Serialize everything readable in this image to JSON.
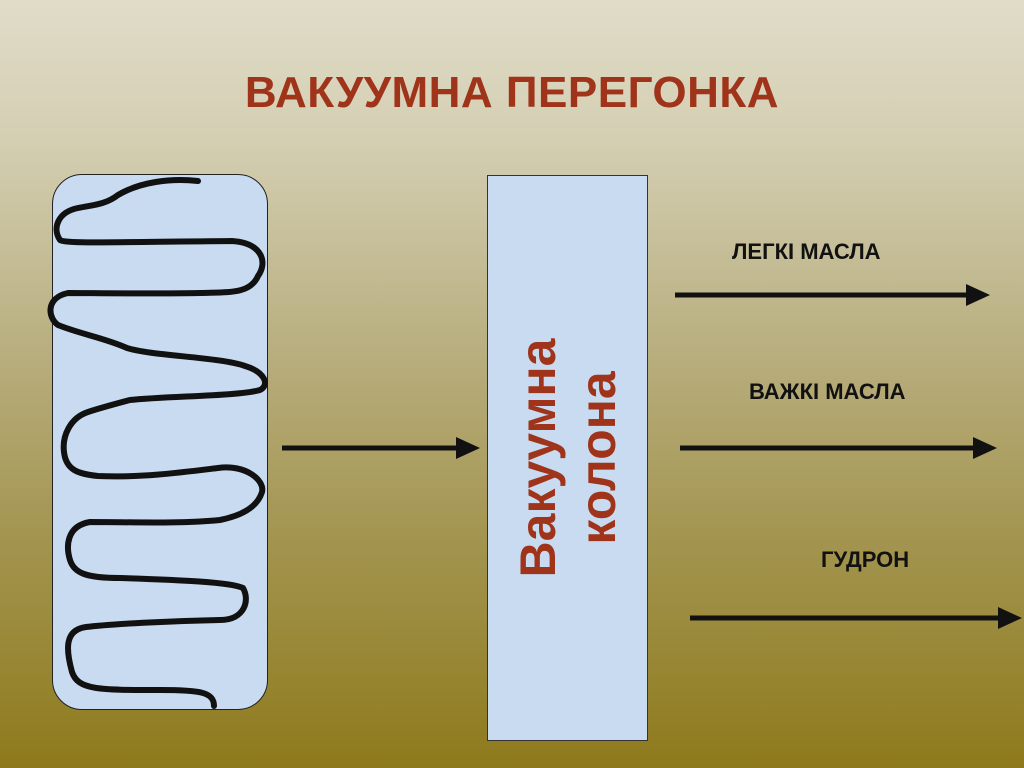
{
  "title": "ВАКУУМНА ПЕРЕГОНКА",
  "column": {
    "line1": "Вакуумна",
    "line2": "колона"
  },
  "outputs": {
    "light_oils": "ЛЕГКІ МАСЛА",
    "heavy_oils": "ВАЖКІ  МАСЛА",
    "tar": "ГУДРОН"
  },
  "colors": {
    "title": "#a0341a",
    "box_fill": "#c8dbf0",
    "line": "#111111"
  }
}
